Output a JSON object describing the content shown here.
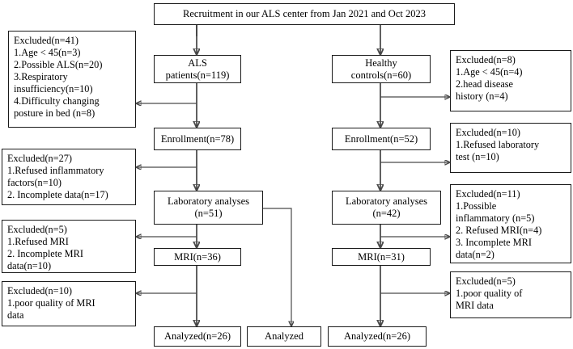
{
  "figure": {
    "type": "flowchart",
    "title": "ALS study participant flow diagram",
    "orientation": "top-to-bottom, two parallel arms"
  },
  "nodes": {
    "recruitment": "Recruitment in our ALS center from Jan 2021 and Oct 2023",
    "als_patients": "ALS patients(n=119)",
    "healthy_controls": "Healthy controls(n=60)",
    "enrollment_left": "Enrollment(n=78)",
    "enrollment_right": "Enrollment(n=52)",
    "lab_left_line1": "Laboratory analyses",
    "lab_left_line2": "(n=51)",
    "lab_right_line1": "Laboratory analyses",
    "lab_right_line2": "(n=42)",
    "mri_left": "MRI(n=36)",
    "mri_right": "MRI(n=31)",
    "analyzed_left": "Analyzed(n=26)",
    "analyzed_middle": "Analyzed",
    "analyzed_right": "Analyzed(n=26)"
  },
  "exclusions_left": [
    {
      "id": "excluded-41",
      "text": "Excluded(n=41)\n  1.Age < 45(n=3)\n  2.Possible ALS(n=20)\n  3.Respiratory\ninsufficiency(n=10)\n  4.Difficulty changing\nposture in bed (n=8)"
    },
    {
      "id": "excluded-27",
      "text": "Excluded(n=27)\n 1.Refused inflammatory\nfactors(n=10)\n 2. Incomplete data(n=17)"
    },
    {
      "id": "excluded-5-mri",
      "text": "Excluded(n=5)\n 1.Refused MRI\n 2. Incomplete MRI\ndata(n=10)"
    },
    {
      "id": "excluded-10-quality",
      "text": "Excluded(n=10)\n  1.poor quality of MRI\ndata"
    }
  ],
  "exclusions_right": [
    {
      "id": "excluded-8",
      "text": "Excluded(n=8)\n  1.Age < 45(n=4)\n  2.head disease\nhistory (n=4)"
    },
    {
      "id": "excluded-10-lab",
      "text": "Excluded(n=10)\n 1.Refused laboratory\ntest (n=10)"
    },
    {
      "id": "excluded-11",
      "text": "Excluded(n=11)\n 1.Possible\ninflammatory (n=5)\n 2. Refused MRI(n=4)\n 3. Incomplete MRI\ndata(n=2)"
    },
    {
      "id": "excluded-5-quality",
      "text": "Excluded(n=5)\n  1.poor quality of\nMRI data"
    }
  ],
  "colors": {
    "border": "#1a1a1a",
    "connector": "#4a4a4a",
    "background": "#ffffff",
    "text": "#000000"
  }
}
